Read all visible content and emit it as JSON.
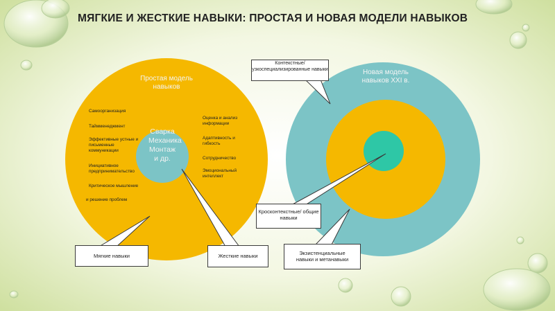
{
  "title": "МЯГКИЕ И ЖЕСТКИЕ НАВЫКИ: ПРОСТАЯ И НОВАЯ МОДЕЛИ НАВЫКОВ",
  "simple_model": {
    "heading": "Простая модель навыков",
    "center": "Сварка Механика Монтаж и др.",
    "left_skills": [
      "Самоорганизация",
      "Таймменеджмент",
      "Эффективные устные и письменные коммуникации",
      "Инициативное предпринимательство",
      "Критическое мышление",
      "и решение проблем"
    ],
    "right_skills": [
      "Оценка и анализ информации",
      "Адаптивность и гибкость",
      "Сотрудничество",
      "Эмоциональный интеллект"
    ]
  },
  "new_model": {
    "heading": "Новая модель навыков XXI в."
  },
  "callouts": {
    "soft": "Мягкие навыки",
    "hard": "Жесткие навыки",
    "contextual": "Контекстные/ узкоспециализированные навыки",
    "cross": "Кросконтекстные/ общие навыки",
    "existential": "Экзистенциальные навыки и метанавыки"
  },
  "colors": {
    "yellow": "#f5b800",
    "teal": "#7cc4c6",
    "inner_teal": "#2ec7a6",
    "background": "#e8f0c6"
  }
}
